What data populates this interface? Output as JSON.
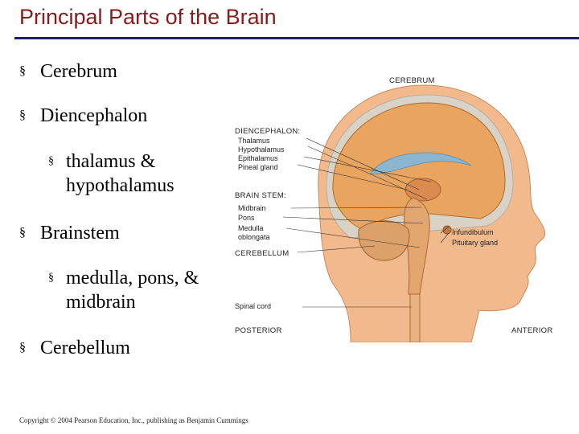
{
  "title": "Principal Parts of the Brain",
  "bullets": {
    "cerebrum": "Cerebrum",
    "diencephalon": "Diencephalon",
    "diencephalon_sub": "thalamus & hypothalamus",
    "brainstem": "Brainstem",
    "brainstem_sub": "medulla, pons, & midbrain",
    "cerebellum": "Cerebellum"
  },
  "bullet_marker": "§",
  "copyright": "Copyright © 2004 Pearson Education, Inc., publishing as Benjamin Cummings",
  "figure_labels": {
    "cerebrum": "CEREBRUM",
    "diencephalon": "DIENCEPHALON:",
    "thalamus": "Thalamus",
    "hypothalamus": "Hypothalamus",
    "epithalamus": "Epithalamus",
    "pineal": "Pineal gland",
    "brainstem": "BRAIN STEM:",
    "midbrain": "Midbrain",
    "pons": "Pons",
    "medulla1": "Medulla",
    "medulla2": "oblongata",
    "cerebellum": "CEREBELLUM",
    "spinal": "Spinal cord",
    "posterior": "POSTERIOR",
    "anterior": "ANTERIOR",
    "infundibulum": "Infundibulum",
    "pituitary": "Pituitary gland"
  },
  "colors": {
    "title": "#8b1a1a",
    "rule": "#1c1c7a",
    "skin": "#f2b98c",
    "brain": "#e9a45f",
    "cerebellum": "#dca06a",
    "ventricle": "#8ab6cf"
  }
}
